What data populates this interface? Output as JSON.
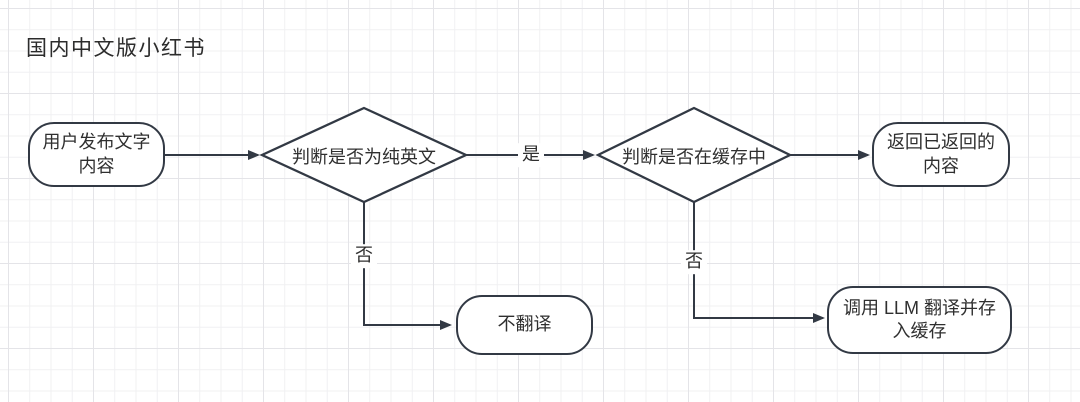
{
  "title": "国内中文版小红书",
  "nodes": {
    "user_post": {
      "label": "用户发布文字\n内容",
      "type": "rounded-rect"
    },
    "is_pure_english": {
      "label": "判断是否为纯英文",
      "type": "decision"
    },
    "in_cache": {
      "label": "判断是否在缓存中",
      "type": "decision"
    },
    "return_content": {
      "label": "返回已返回的\n内容",
      "type": "rounded-rect"
    },
    "no_translate": {
      "label": "不翻译",
      "type": "rounded-rect"
    },
    "llm_translate": {
      "label": "调用 LLM 翻译并存\n入缓存",
      "type": "rounded-rect"
    }
  },
  "edge_labels": {
    "yes": "是",
    "no_1": "否",
    "no_2": "否"
  },
  "colors": {
    "background": "#ffffff",
    "grid_minor": "#f0f0f2",
    "grid_major": "#e4e4e8",
    "shape_stroke": "#323944",
    "text": "#2f2f2f"
  }
}
